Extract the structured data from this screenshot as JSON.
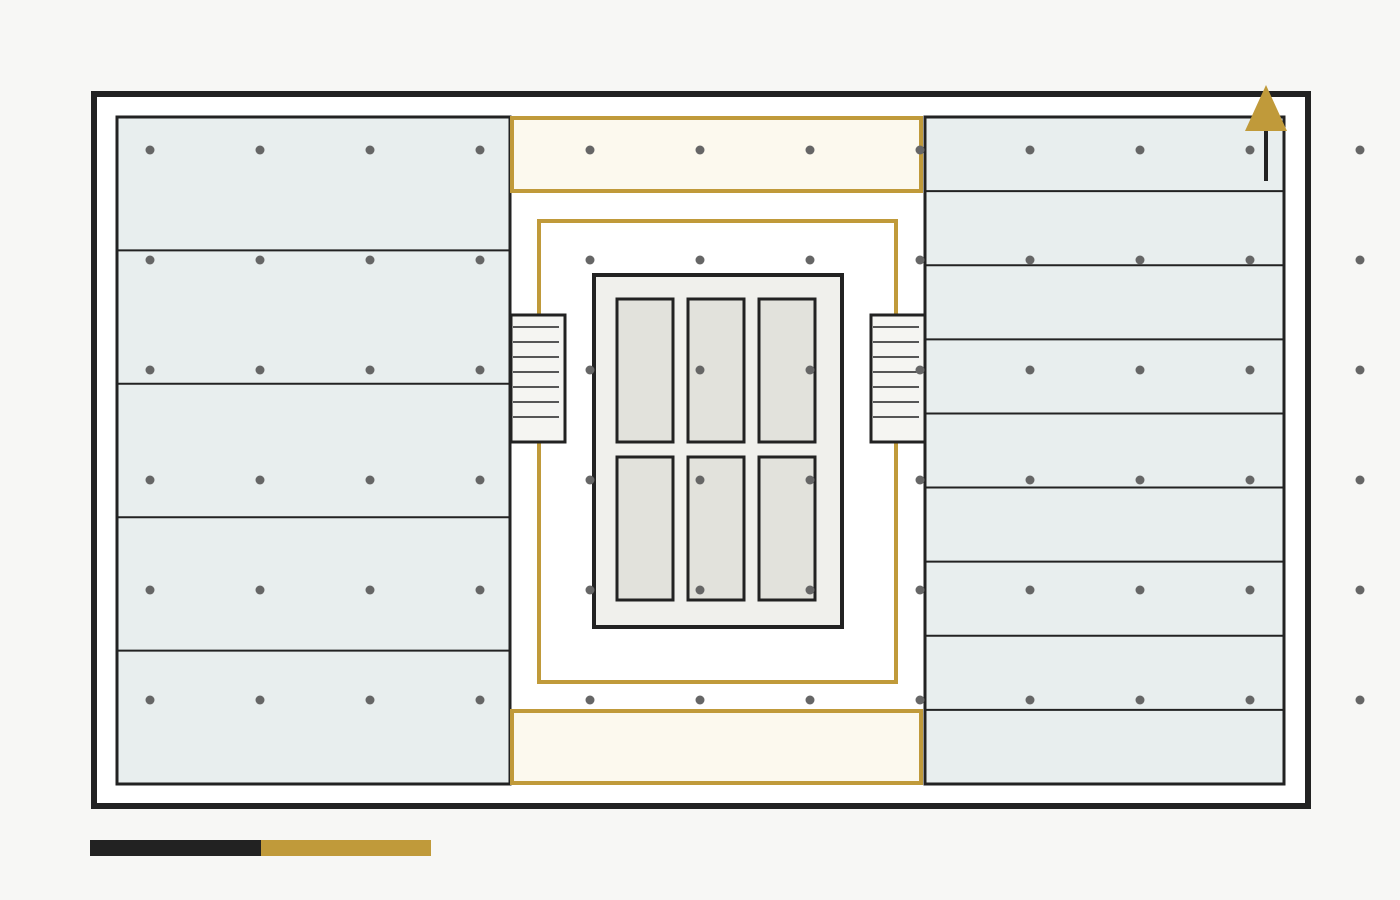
{
  "colors": {
    "background": "#f7f7f5",
    "wall": "#222222",
    "interior_fill": "#ffffff",
    "room_fill": "#e8eeee",
    "accent_gold": "#c09a3a",
    "accent_gold_fill": "#fcf9ee",
    "core_fill": "#f0f0ec",
    "unit_fill": "#e2e2dc",
    "stair_fill": "#f5f5f2",
    "grid_dot": "#666666"
  },
  "plan": {
    "left_wing": {
      "room_count": 5
    },
    "right_wing": {
      "room_count": 9
    },
    "core": {
      "unit_columns": 3,
      "unit_rows": 2
    },
    "stairs": {
      "tread_count": 7
    },
    "structural_grid": {
      "columns": 12,
      "rows": 6
    }
  },
  "north_arrow": {
    "icon": "north-arrow-icon"
  },
  "scale_bar": {
    "segments": 2,
    "icon": "scale-bar"
  }
}
